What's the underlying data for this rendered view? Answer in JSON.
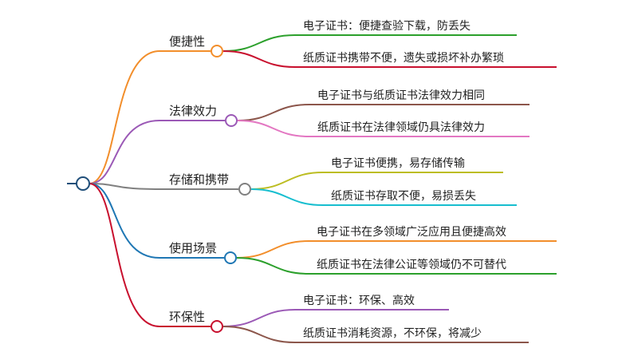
{
  "root": {
    "label": ""
  },
  "branches": [
    {
      "label": "便捷性",
      "color": "#f28e2b",
      "leaves": [
        {
          "label": "电子证书：便捷查验下载，防丢失",
          "color": "#2ca02c"
        },
        {
          "label": "纸质证书携带不便，遗失或损坏补办繁琐",
          "color": "#c8102e"
        }
      ]
    },
    {
      "label": "法律效力",
      "color": "#9b59b6",
      "leaves": [
        {
          "label": "电子证书与纸质证书法律效力相同",
          "color": "#8c564b"
        },
        {
          "label": "纸质证书在法律领域仍具法律效力",
          "color": "#e377c2"
        }
      ]
    },
    {
      "label": "存储和携带",
      "color": "#808080",
      "leaves": [
        {
          "label": "电子证书便携，易存储传输",
          "color": "#bcbd22"
        },
        {
          "label": "纸质证书存取不便，易损丢失",
          "color": "#17becf"
        }
      ]
    },
    {
      "label": "使用场景",
      "color": "#1f77b4",
      "leaves": [
        {
          "label": "电子证书在多领域广泛应用且便捷高效",
          "color": "#f28e2b"
        },
        {
          "label": "纸质证书在法律公证等领域仍不可替代",
          "color": "#2ca02c"
        }
      ]
    },
    {
      "label": "环保性",
      "color": "#c8102e",
      "leaves": [
        {
          "label": "电子证书：环保、高效",
          "color": "#9b59b6"
        },
        {
          "label": "纸质证书消耗资源，不环保，将减少",
          "color": "#8c564b"
        }
      ]
    }
  ]
}
